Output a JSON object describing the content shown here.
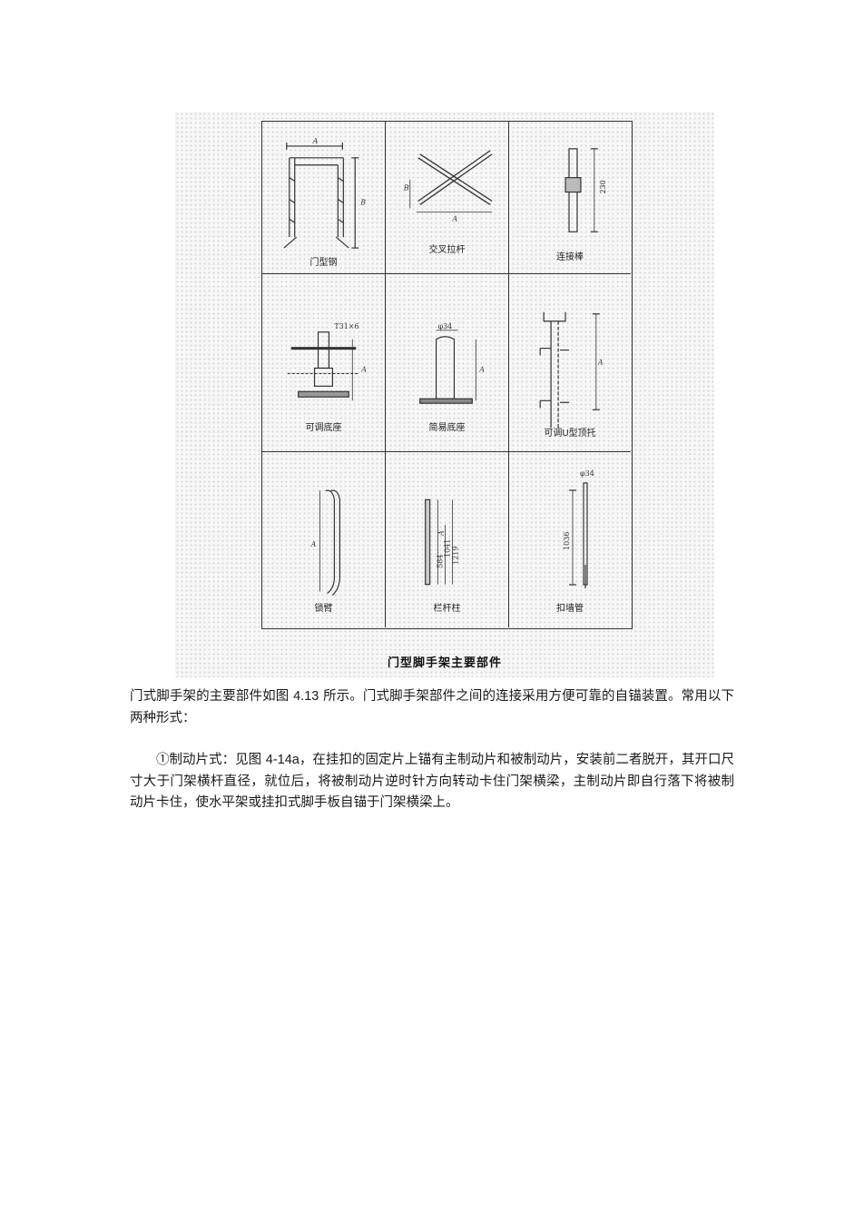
{
  "figure": {
    "title": "门型脚手架主要部件",
    "cells": [
      {
        "caption": "门型钢",
        "dims": [
          "A",
          "B"
        ]
      },
      {
        "caption": "交叉拉杆",
        "dims": [
          "A",
          "B"
        ]
      },
      {
        "caption": "连接棒",
        "dims": [
          "230"
        ]
      },
      {
        "caption": "可调底座",
        "dims": [
          "T31×6",
          "A"
        ]
      },
      {
        "caption": "简易底座",
        "dims": [
          "φ34",
          "A"
        ]
      },
      {
        "caption": "可调U型顶托",
        "dims": [
          "A"
        ]
      },
      {
        "caption": "锁臂",
        "dims": [
          "A"
        ]
      },
      {
        "caption": "栏杆柱",
        "dims": [
          "A",
          "584",
          "1041",
          "1219"
        ]
      },
      {
        "caption": "扣墙管",
        "dims": [
          "φ34",
          "1036"
        ]
      }
    ]
  },
  "paragraphs": {
    "p1_before": "门式脚手架的主要部件如图 ",
    "p1_ref": "4.13",
    "p1_after": " 所示。门式脚手架部件之间的连接采用方便可靠的自锚装置。常用以下两种形式：",
    "p2_before": "①制动片式：见图 ",
    "p2_ref": "4-14a",
    "p2_after": "，在挂扣的固定片上锚有主制动片和被制动片，安装前二者脱开，其开口尺寸大于门架横杆直径，就位后，将被制动片逆时针方向转动卡住门架横梁，主制动片即自行落下将被制动片卡住，使水平架或挂扣式脚手板自锚于门架横梁上。"
  }
}
